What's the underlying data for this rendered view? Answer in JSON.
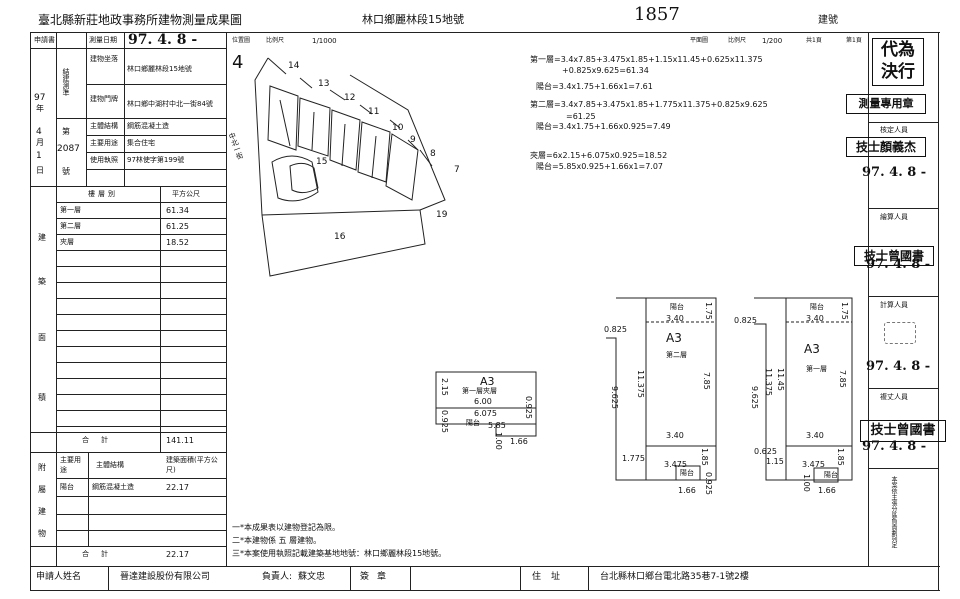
{
  "header": {
    "title": "臺北縣新莊地政事務所建物測量成果圖",
    "parcel": "林口鄉麗林段15地號",
    "number": "1857",
    "building_no_label": "建號"
  },
  "left": {
    "applicant_label": "申請書",
    "survey_date_label": "測量日期",
    "survey_date": "97. 4. 8 -",
    "year_col": [
      "97",
      "年",
      "4",
      "月",
      "1",
      "日"
    ],
    "col_label": "結建測準",
    "word_label": "第",
    "doc_no": "2087",
    "num_label": "號",
    "site_label": "建物坐落",
    "site_value": "林口鄉麗林段15地號",
    "door_label": "建物門牌",
    "door_value": "林口鄉中湖村中北一街84號",
    "structure_label": "主體結構",
    "structure_value": "鋼筋混凝土造",
    "usage_label": "主要用途",
    "usage_value": "集合住宅",
    "permit_label": "使用執照",
    "permit_value": "97林使字第199號",
    "floor_header": "樓層別",
    "area_header": "平方公尺",
    "floors": [
      {
        "name": "第一層",
        "area": "61.34"
      },
      {
        "name": "第二層",
        "area": "61.25"
      },
      {
        "name": "夾層",
        "area": "18.52"
      }
    ],
    "side_chars": [
      "建",
      "築",
      "面",
      "積"
    ],
    "total_label": "合計",
    "total": "141.11",
    "annex_side": [
      "附",
      "屬",
      "建",
      "物"
    ],
    "annex_use_header": "主要用途",
    "annex_struct_header": "主體結構",
    "annex_area_header": "建築面積(平方公尺)",
    "annex": [
      {
        "use": "陽台",
        "structure": "鋼筋混凝土造",
        "area": "22.17"
      }
    ],
    "annex_total_label": "合計",
    "annex_total": "22.17"
  },
  "map": {
    "position_label": "位置圖",
    "scale_label": "比例尺",
    "scale": "1/1000",
    "north": "4",
    "parcels": [
      "14",
      "13",
      "12",
      "11",
      "10",
      "9",
      "8",
      "7",
      "15",
      "16",
      "19"
    ],
    "road": "中北一街"
  },
  "plan": {
    "plan_label": "平面圖",
    "scale_label": "比例尺",
    "scale": "1/200",
    "sheets": "共1頁",
    "page": "第1頁"
  },
  "formulas": [
    "第一層=3.4x7.85+3.475x1.85+1.15x11.45+0.625x11.375",
    "+0.825x9.625=61.34",
    "陽台=3.4x1.75+1.66x1=7.61",
    "第二層=3.4x7.85+3.475x1.85+1.775x11.375+0.825x9.625",
    "=61.25",
    "陽台=3.4x1.75+1.66x0.925=7.49",
    "夾層=6x2.15+6.075x0.925=18.52",
    "陽台=5.85x0.925+1.66x1=7.07"
  ],
  "mezz": {
    "tag": "A3",
    "name": "第一層夾層",
    "dims": [
      "2.15",
      "6.00",
      "6.075",
      "0.925",
      "0.925",
      "5.85",
      "1.00",
      "1.66"
    ],
    "balcony": "陽台"
  },
  "floor2": {
    "tag": "A3",
    "name": "第二層",
    "balcony": "陽台",
    "dims": [
      "3.40",
      "1.75",
      "0.825",
      "9.625",
      "11.375",
      "7.85",
      "3.40",
      "1.775",
      "3.475",
      "1.85",
      "1.66",
      "0.925"
    ]
  },
  "floor1": {
    "tag": "A3",
    "name": "第一層",
    "balcony": "陽台",
    "dims": [
      "3.40",
      "1.75",
      "0.825",
      "9.625",
      "11.375",
      "11.45",
      "7.85",
      "3.40",
      "0.625",
      "1.15",
      "3.475",
      "1.85",
      "1.00",
      "1.66"
    ]
  },
  "right": {
    "stamp1": "代為決行",
    "stamp2": "測量專用章",
    "checker_label": "核定人員",
    "checker_stamp": "技士顏義杰",
    "date1": "97. 4. 8 -",
    "calc_label": "繪算人員",
    "calc_stamp": "技士曾國書",
    "date2": "97. 4. 8 -",
    "survey_label": "計算人員",
    "date3": "97. 4. 8 -",
    "check_label": "複丈人員",
    "check_stamp": "技士曾國書",
    "date4": "97. 4. 8 -",
    "note_side": "本案依主張分區負責劃列定"
  },
  "notes": [
    "一*本成果表以建物登記為限。",
    "二*本建物係 五 層建物。",
    "三*本案使用執照記載建築基地地號：林口鄉麗林段15地號。"
  ],
  "footer": {
    "applicant_label": "申請人姓名",
    "applicant": "晉達建設股份有限公司",
    "rep_label": "負責人:",
    "rep": "蘇文忠",
    "seal_label": "簽章",
    "addr_label": "住址",
    "addr": "台北縣林口鄉台電北路35巷7-1號2樓"
  }
}
